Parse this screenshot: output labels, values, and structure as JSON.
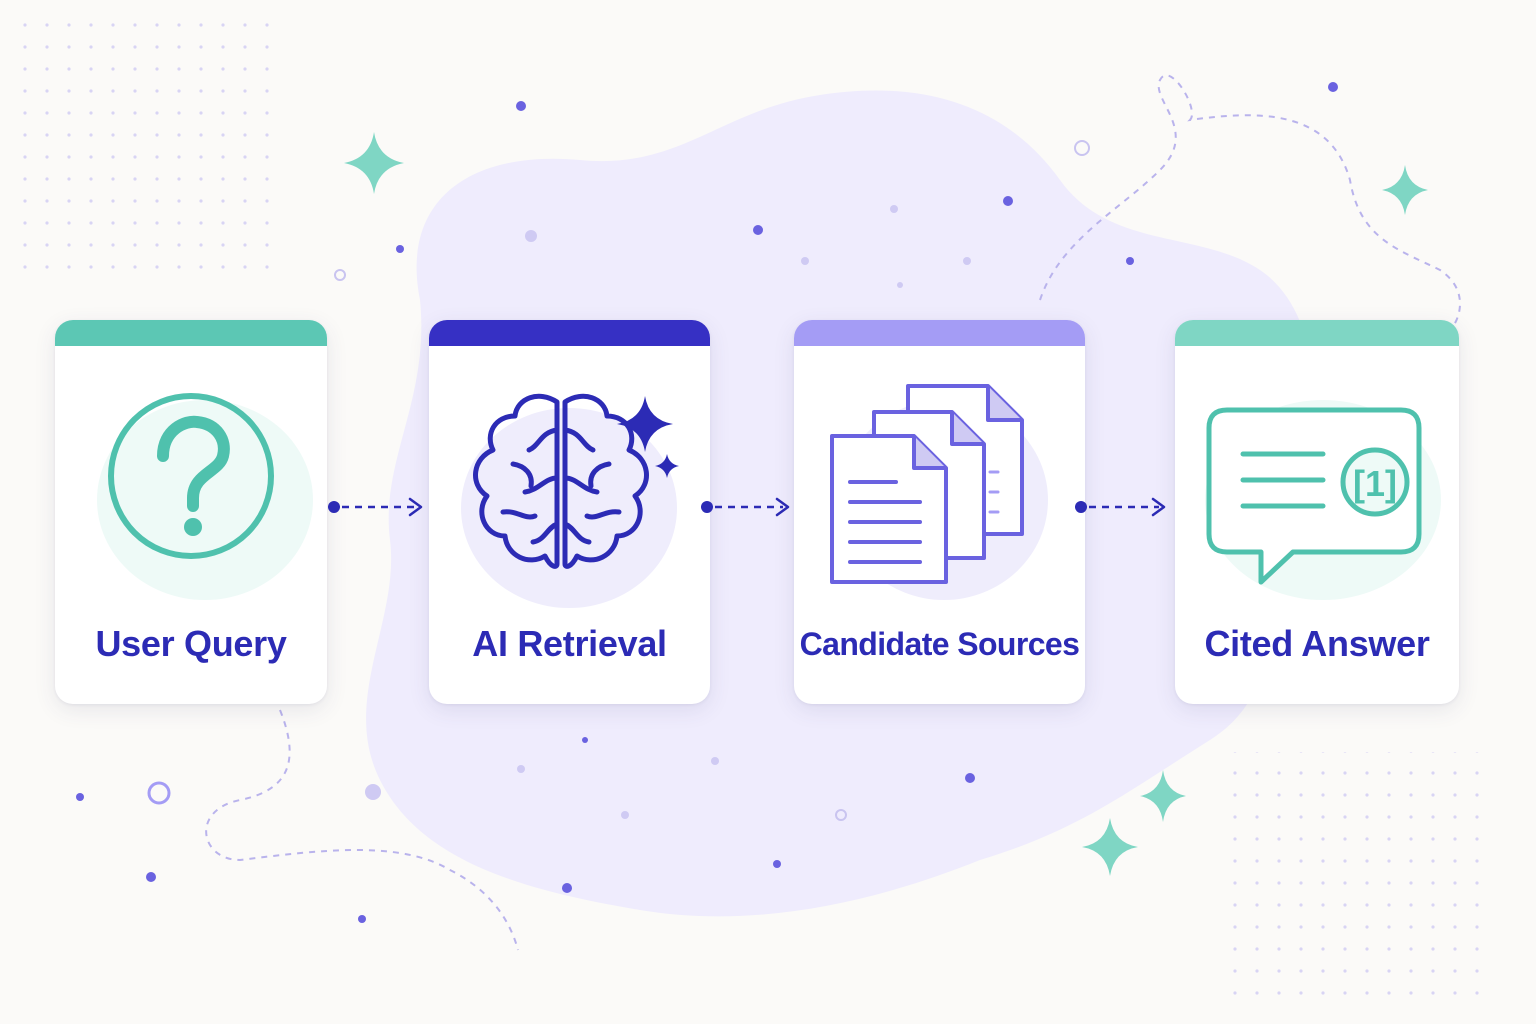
{
  "colors": {
    "indigo": "#2c2bb5",
    "teal": "#4fc1ad",
    "lavender": "#a49cf5",
    "mint": "#7fd6c4",
    "violet": "#6a62e0",
    "blob": "#efecfd"
  },
  "steps": [
    {
      "label": "User Query",
      "icon": "question-mark-icon",
      "accent": "#5cc7b4"
    },
    {
      "label": "AI Retrieval",
      "icon": "brain-sparkle-icon",
      "accent": "#3630c4"
    },
    {
      "label": "Candidate Sources",
      "icon": "documents-stack-icon",
      "accent": "#a49cf5"
    },
    {
      "label": "Cited Answer",
      "icon": "citation-chat-icon",
      "accent": "#7fd6c4",
      "citation": "[1]"
    }
  ],
  "connectors": [
    {
      "from": "User Query",
      "to": "AI Retrieval",
      "icon": "dotted-arrow-icon"
    },
    {
      "from": "AI Retrieval",
      "to": "Candidate Sources",
      "icon": "dotted-arrow-icon"
    },
    {
      "from": "Candidate Sources",
      "to": "Cited Answer",
      "icon": "dotted-arrow-icon"
    }
  ]
}
